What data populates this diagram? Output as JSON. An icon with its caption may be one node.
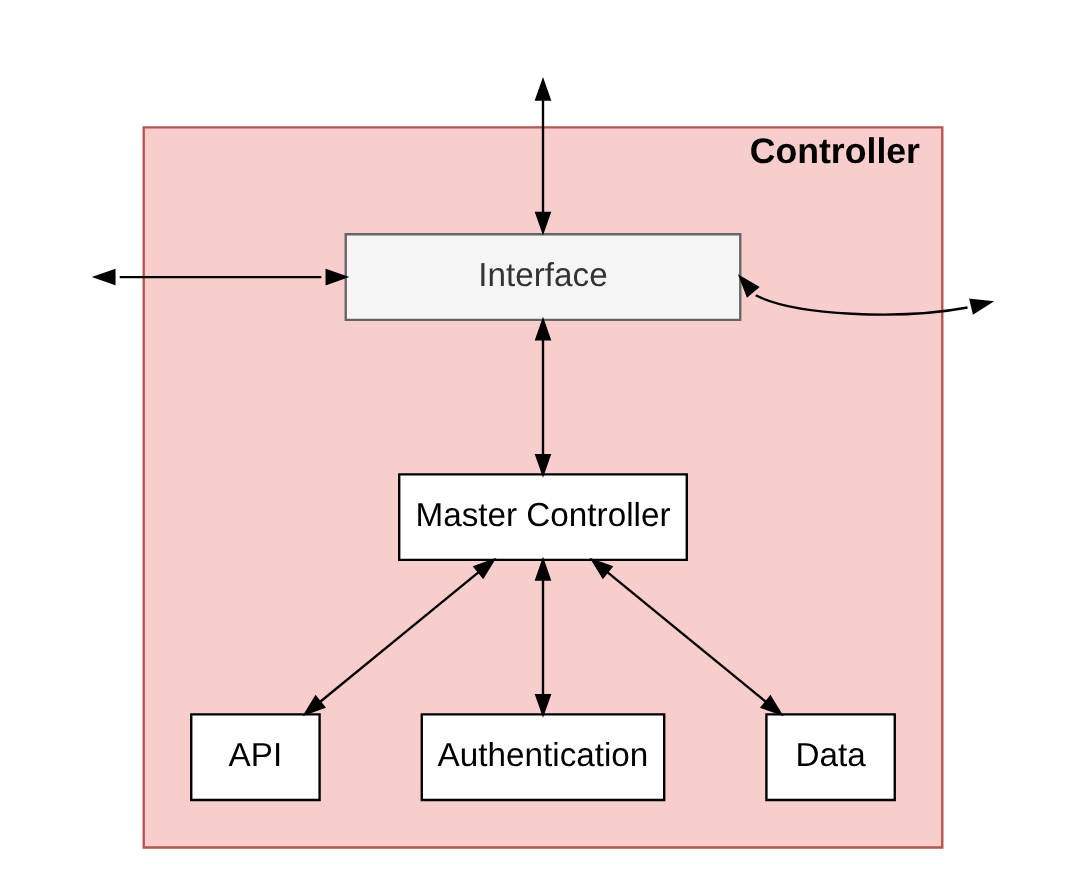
{
  "diagram": {
    "nodes": [
      {
        "text": [
          "Controller"
        ]
      },
      {
        "text": [
          "Interface"
        ],
        "in": 0
      },
      {
        "text": [
          "Master Controller"
        ],
        "in": 0
      },
      {
        "text": [
          "API"
        ],
        "in": 0
      },
      {
        "text": [
          "Authentication"
        ],
        "in": 0
      },
      {
        "text": [
          "Data"
        ],
        "in": 0
      }
    ],
    "edges": [
      {
        "from": null,
        "to": 1,
        "arrow": "both"
      },
      {
        "from": null,
        "to": 1,
        "arrow": "both"
      },
      {
        "from": 1,
        "to": null,
        "arrow": "both"
      },
      {
        "from": 1,
        "to": 2,
        "arrow": "both"
      },
      {
        "from": 2,
        "to": 3,
        "arrow": "both"
      },
      {
        "from": 2,
        "to": 4,
        "arrow": "both"
      },
      {
        "from": 2,
        "to": 5,
        "arrow": "both"
      }
    ]
  }
}
